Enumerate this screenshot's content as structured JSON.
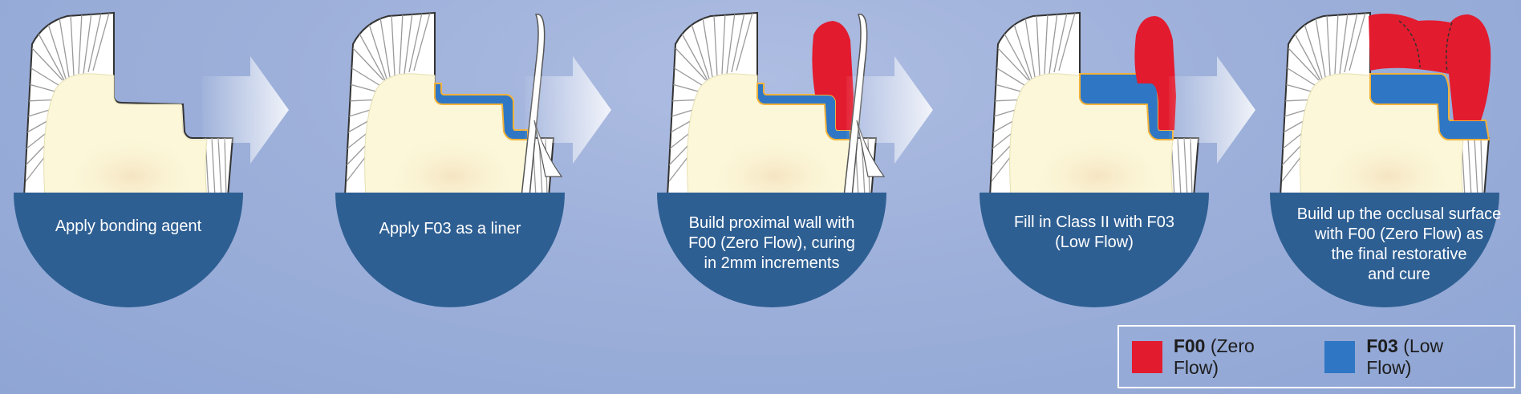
{
  "steps": [
    {
      "caption": "Apply bonding agent"
    },
    {
      "caption": "Apply F03 as a liner"
    },
    {
      "caption": "Build proximal wall with\nF00 (Zero Flow), curing\nin 2mm increments"
    },
    {
      "caption": "Fill in Class II with F03\n(Low Flow)"
    },
    {
      "caption": "Build up the occlusal surface\nwith F00 (Zero Flow) as\nthe final restorative\nand cure"
    }
  ],
  "legend": {
    "items": [
      {
        "code": "F00",
        "desc": " (Zero Flow)",
        "color": "#e31b2e"
      },
      {
        "code": "F03",
        "desc": " (Low Flow)",
        "color": "#2f77c4"
      }
    ]
  },
  "colors": {
    "semicircle": "#2e5f93",
    "dentin": "#fbf7d8",
    "enamel": "#ffffff",
    "red_material": "#e31b2e",
    "blue_material": "#2f77c4",
    "bonding": "#f3b23a"
  }
}
